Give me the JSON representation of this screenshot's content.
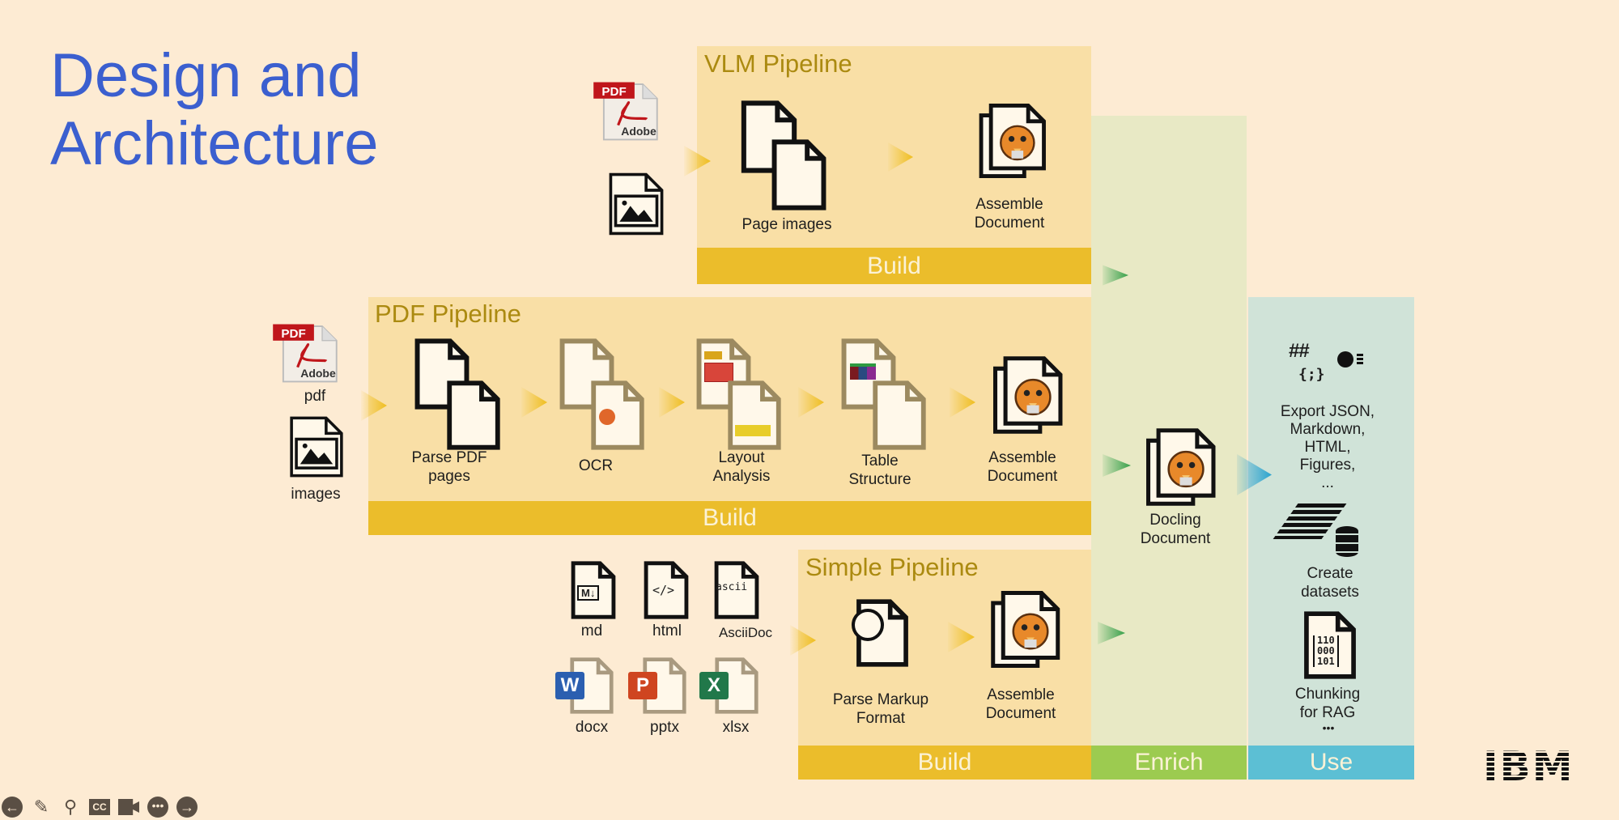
{
  "title": {
    "line1": "Design and",
    "line2": "Architecture"
  },
  "vlm": {
    "title": "VLM Pipeline",
    "stages": [
      "Page images",
      "Assemble\nDocument"
    ],
    "bar": "Build"
  },
  "pdf": {
    "title": "PDF Pipeline",
    "inputs": [
      "pdf",
      "images"
    ],
    "stages": {
      "parse": "Parse PDF\npages",
      "ocr": "OCR",
      "layout": "Layout\nAnalysis",
      "table": "Table\nStructure",
      "assemble": "Assemble\nDocument"
    },
    "bar": "Build",
    "pdf_tab": "PDF",
    "adobe": "Adobe"
  },
  "simple": {
    "title": "Simple Pipeline",
    "inputs": [
      "md",
      "html",
      "AsciiDoc",
      "docx",
      "pptx",
      "xlsx"
    ],
    "stages": {
      "parse": "Parse Markup\nFormat",
      "assemble": "Assemble\nDocument"
    },
    "bar": "Build",
    "glyphs": {
      "md": "M↓",
      "html": "</>",
      "ascii": "ascii",
      "word": "W",
      "ppt": "P",
      "excel": "X"
    }
  },
  "enrich": {
    "doc_label": "Docling\nDocument",
    "bar": "Enrich"
  },
  "use": {
    "export": "Export JSON,\nMarkdown,\nHTML,\nFigures,\n...",
    "hash": "##",
    "braces": "{;}",
    "datasets": "Create\ndatasets",
    "chunk_bits": "110\n000\n101",
    "chunking": "Chunking\nfor RAG",
    "more": "•••",
    "bar": "Use"
  },
  "logo": "IBM",
  "colors": {
    "title": "#3b5fcf",
    "build": "#ebbd2b",
    "enrich": "#9ccb50",
    "use": "#5cbfd4",
    "box": "#f9dfa6"
  }
}
